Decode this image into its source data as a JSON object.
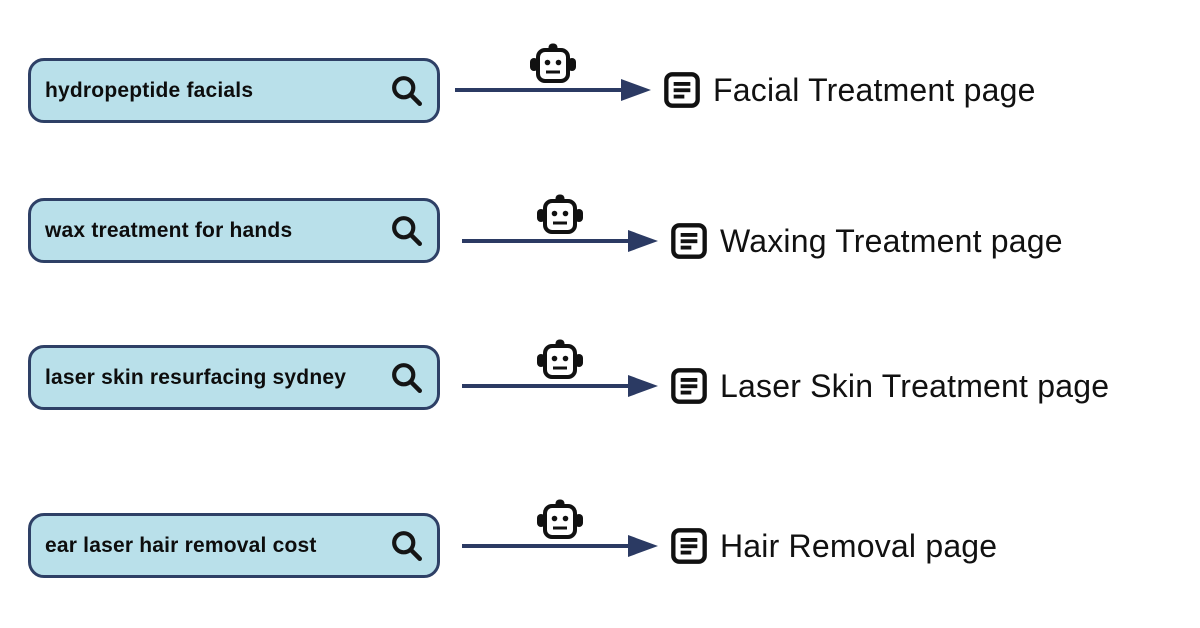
{
  "diagram": {
    "description_icons": {
      "search_icon": "magnifying-glass",
      "robot_icon": "robot-head",
      "document_icon": "page-with-text-lines"
    },
    "colors": {
      "box_fill": "#b9e0ea",
      "box_border": "#2e4066",
      "arrow": "#2b3a63",
      "ink": "#111111",
      "background": "#ffffff"
    },
    "rows": [
      {
        "query": "hydropeptide facials",
        "page": "Facial Treatment page"
      },
      {
        "query": "wax treatment for hands",
        "page": "Waxing Treatment page"
      },
      {
        "query": "laser skin resurfacing sydney",
        "page": "Laser Skin Treatment page"
      },
      {
        "query": "ear laser hair removal cost",
        "page": "Hair Removal page"
      }
    ]
  }
}
